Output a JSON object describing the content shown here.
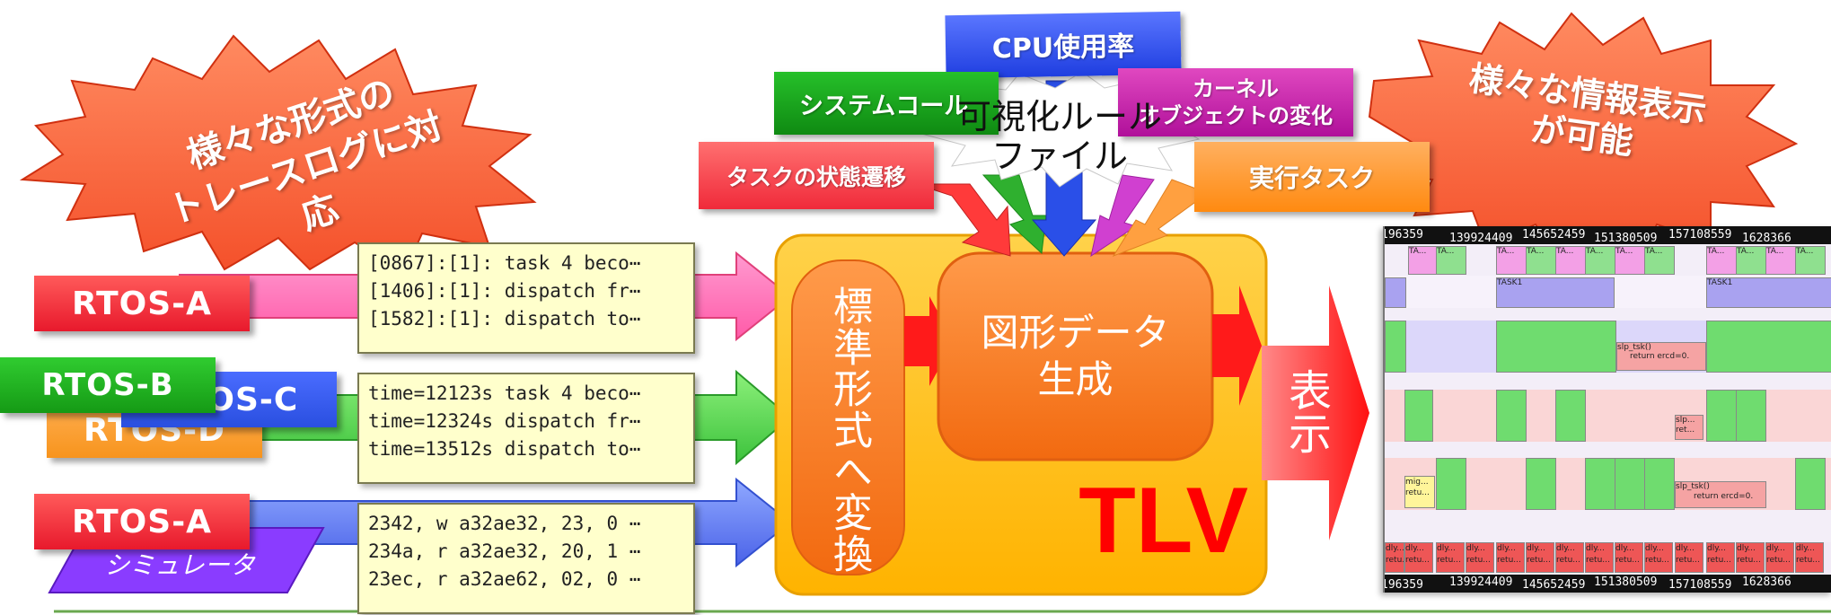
{
  "bursts": {
    "left": "様々な形式の\nトレースログに対応",
    "right": "様々な情報表示\nが可能"
  },
  "rule_banners": {
    "cpu": "CPU使用率",
    "syscall": "システムコール",
    "kernel_object": "カーネル\nオブジェクトの変化",
    "task_state": "タスクの状態遷移",
    "running_task": "実行タスク",
    "rule_file": "可視化ルール\nファイル"
  },
  "sources": {
    "row1": "RTOS-A",
    "row2_front": "RTOS-B",
    "row2_mid": "RTOS-C",
    "row2_back": "RTOS-D",
    "row3": "RTOS-A",
    "row3_sim": "シミュレータ"
  },
  "logs": {
    "log1": [
      "[0867]:[1]: task 4 beco⋯",
      "[1406]:[1]: dispatch fr⋯",
      "[1582]:[1]: dispatch to⋯"
    ],
    "log2": [
      "time=12123s task 4 beco⋯",
      "time=12324s dispatch fr⋯",
      "time=13512s dispatch to⋯"
    ],
    "log3": [
      "2342, w a32ae32, 23, 0 ⋯",
      "234a, r a32ae32, 20, 1 ⋯",
      "23ec, r a32ae62, 02, 0 ⋯"
    ]
  },
  "tlv": {
    "convert": "標準形式へ変換",
    "generate": "図形データ\n生成",
    "name": "TLV",
    "display": "表示"
  },
  "timeline": {
    "ticks": [
      "196359",
      "139924409",
      "145652459",
      "151380509",
      "157108559",
      "1628366"
    ],
    "labels": {
      "task_short": "TA...",
      "task1": "TASK1",
      "slp": "slp_tsk()",
      "ret": "return ercd=0.",
      "slp_short": "slp...",
      "ret_short": "ret...",
      "mig": "mig...",
      "retu": "retu...",
      "dly": "dly...",
      "ret_cell": "retu..."
    }
  },
  "colors": {
    "rtos_red": "#e8192c",
    "rtos_green": "#1aa81a",
    "rtos_blue": "#2a4fe0",
    "rtos_orange": "#f7941d",
    "sim_purple": "#7b2ff0",
    "tlv_yellow": "#ffc000",
    "tlv_orange": "#f47a20"
  }
}
